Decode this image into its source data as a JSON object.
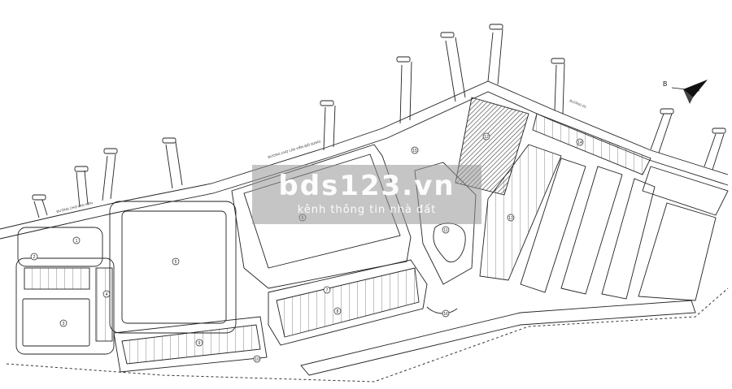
{
  "watermark": {
    "title": "bds123.vn",
    "subtitle": "kênh thông tin nhà đất"
  },
  "compass": {
    "label": "B"
  },
  "colors": {
    "line": "#222222",
    "hatch": "#555555",
    "watermark_bg": "#969696"
  },
  "parcel_labels": [
    "1",
    "2",
    "3",
    "4",
    "5",
    "6",
    "7",
    "8",
    "9",
    "10",
    "11",
    "12",
    "13",
    "14",
    "15",
    "16"
  ]
}
